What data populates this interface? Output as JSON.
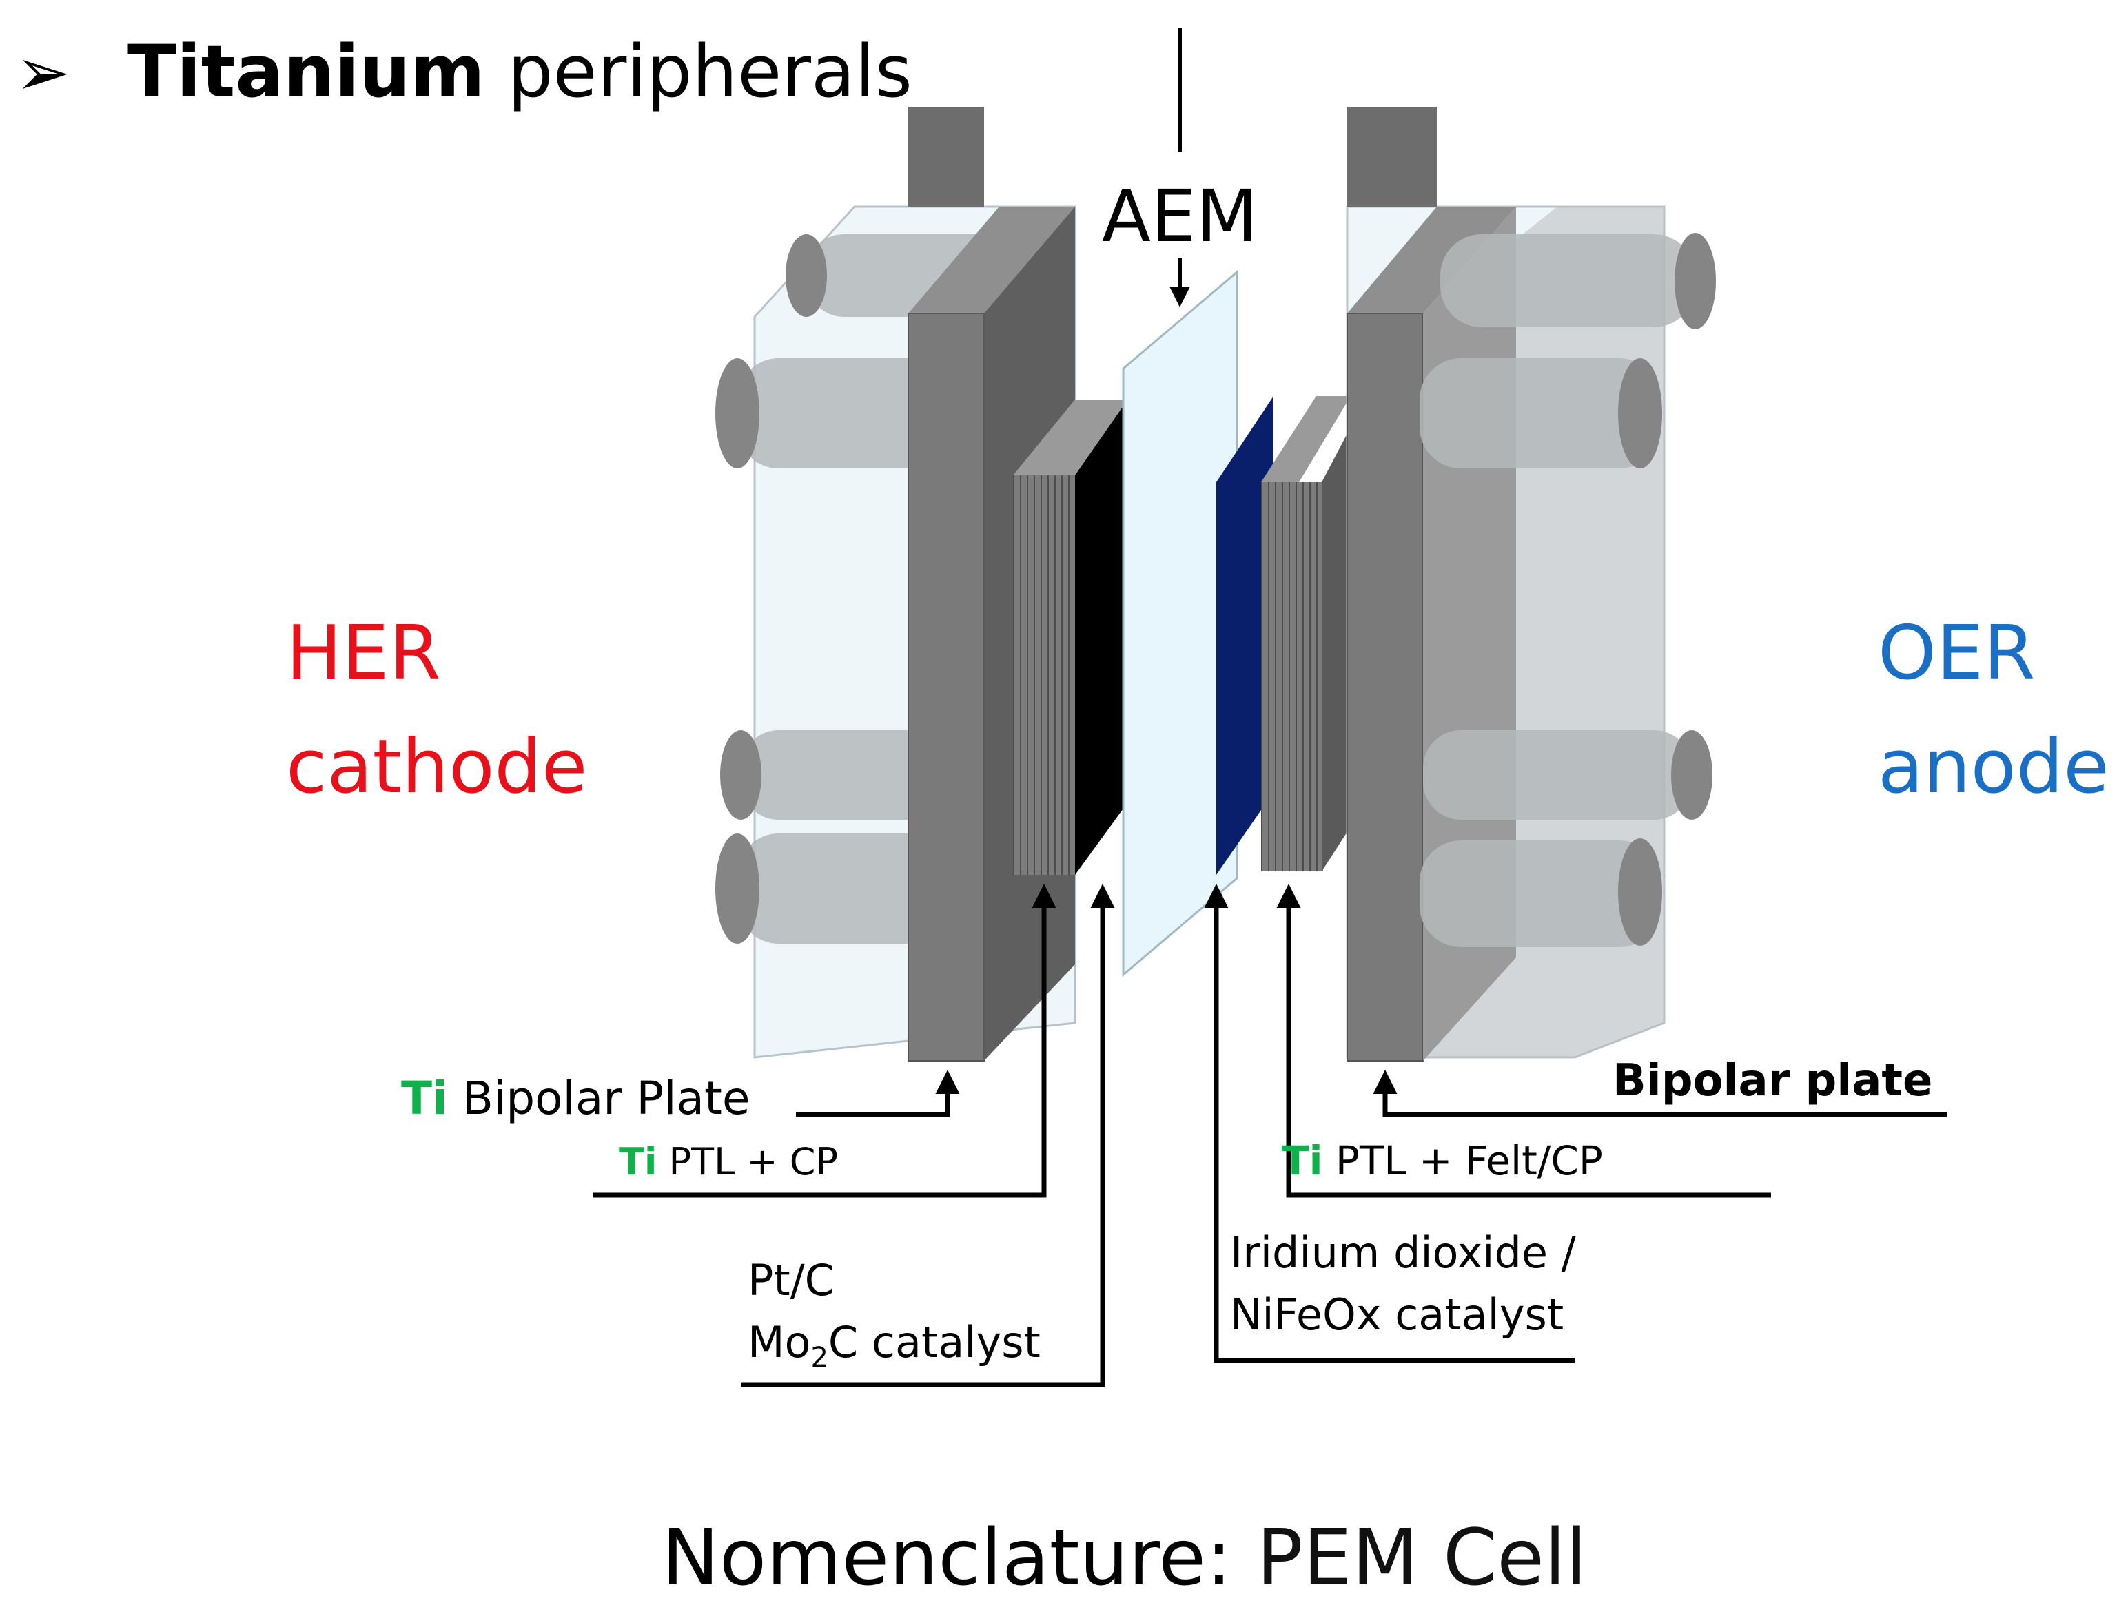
{
  "heading": {
    "bullet": "➢",
    "bold": "Titanium",
    "rest": " peripherals"
  },
  "labels": {
    "aem": "AEM",
    "her_line1": "HER",
    "her_line2": "cathode",
    "oer_line1": "OER",
    "oer_line2": "anode",
    "ti": "Ti",
    "ti_bipolar_plate": " Bipolar Plate",
    "ti_ptl_cp": " PTL + CP",
    "ptc_line1": "Pt/C",
    "mo2c_prefix": "Mo",
    "mo2c_sub": "2",
    "mo2c_suffix": "C catalyst",
    "bipolar_plate_right": "Bipolar plate",
    "ti_ptl_felt_cp": " PTL +  Felt/CP",
    "iridium_line1": "Iridium dioxide /",
    "iridium_line2": "NiFeOx catalyst",
    "footer_prefix": "Nomenclature: ",
    "footer_emph": "PEM Cell"
  },
  "colors": {
    "her": "#e8101a",
    "oer": "#1a6fc4",
    "ti_green": "#12b04a",
    "plate_gray": "#7a7a7a",
    "membrane": "#e6f6fc",
    "anode_catalyst": "#0a1f6b",
    "cathode_catalyst": "#000000"
  }
}
